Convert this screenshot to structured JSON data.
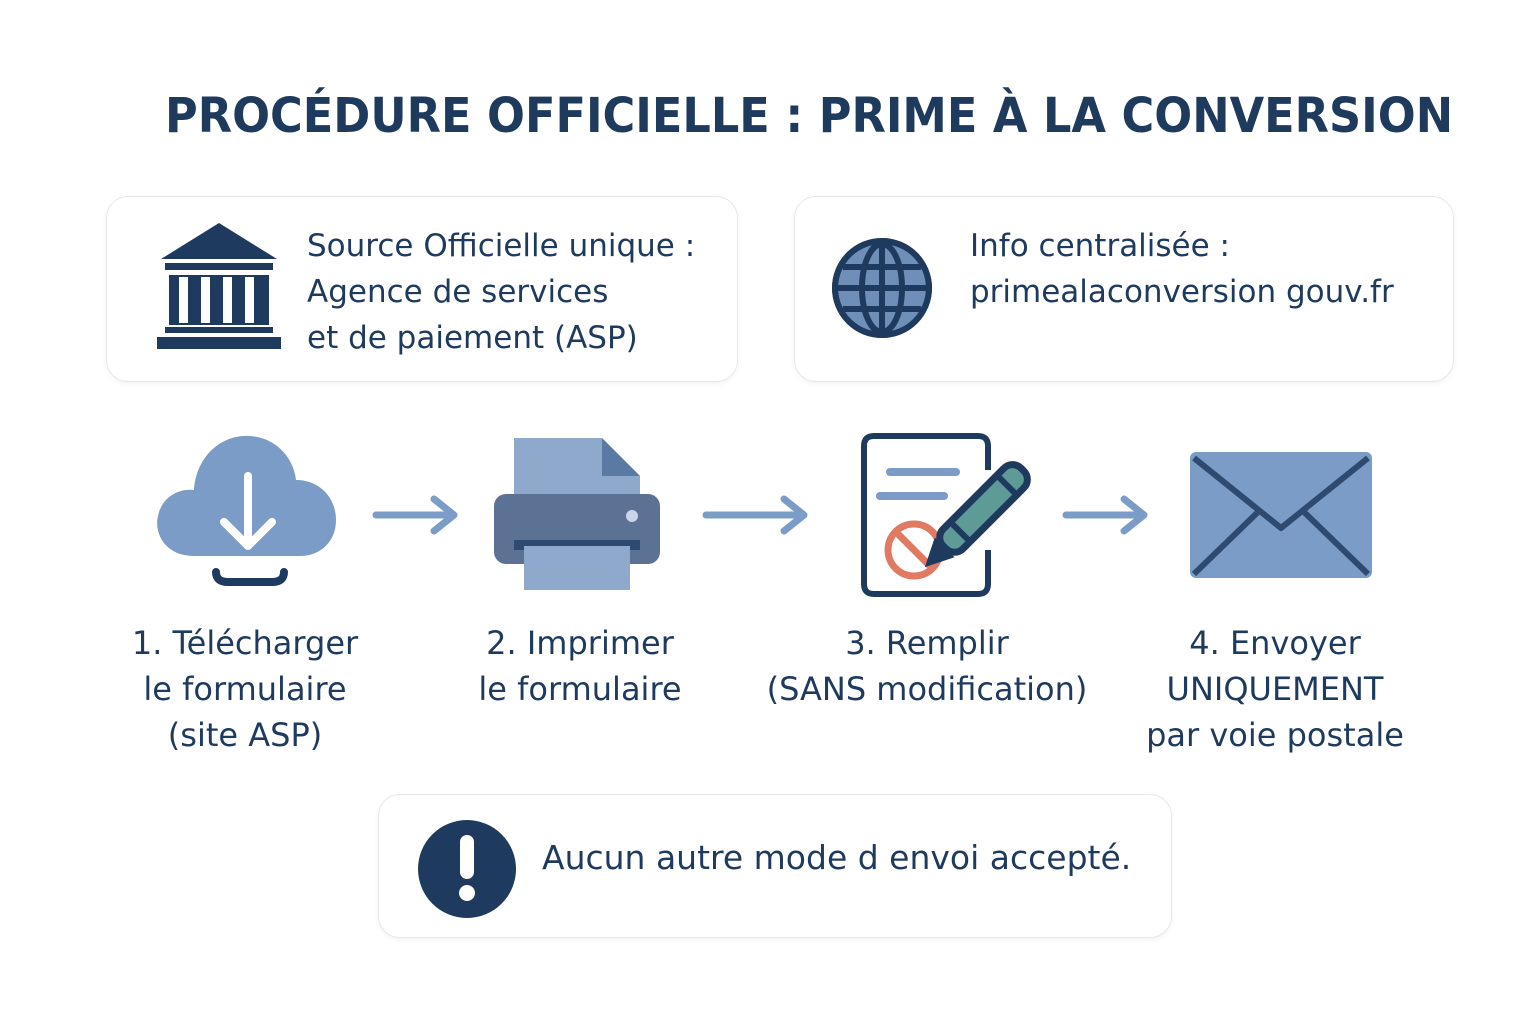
{
  "title": "PROCÉDURE OFFICIELLE : PRIME À LA CONVERSION",
  "source_card": {
    "line1": "Source Officielle unique :",
    "line2": "Agence de services",
    "line3": "et de paiement (ASP)",
    "icon": "bank-building-icon"
  },
  "info_card": {
    "line1": "Info centralisée :",
    "line2": "primealaconversion gouv.fr",
    "icon": "globe-icon"
  },
  "steps": [
    {
      "line1": "1. Télécharger",
      "line2": "le formulaire",
      "line3": "(site ASP)",
      "icon": "cloud-download-icon"
    },
    {
      "line1": "2. Imprimer",
      "line2": "le formulaire",
      "icon": "printer-icon"
    },
    {
      "line1": "3. Remplir",
      "line2": "(SANS modification)",
      "icon": "document-pen-no-edit-icon"
    },
    {
      "line1": "4. Envoyer",
      "line2": "UNIQUEMENT",
      "line3": "par voie postale",
      "icon": "envelope-icon"
    }
  ],
  "warning": {
    "text": "Aucun autre mode d envoi accepté.",
    "icon": "exclamation-icon"
  },
  "colors": {
    "navy": "#1f3a5f",
    "light_blue": "#7a9cc6",
    "red": "#e07a63",
    "teal": "#5e9a96"
  }
}
